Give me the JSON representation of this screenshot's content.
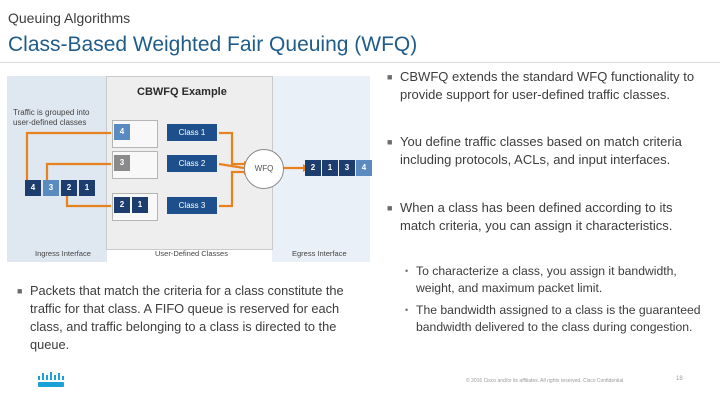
{
  "header": {
    "section": "Queuing Algorithms",
    "title": "Class-Based Weighted Fair Queuing (WFQ)"
  },
  "diagram": {
    "title": "CBWFQ Example",
    "note": "Traffic is grouped into user-defined classes",
    "wfq_label": "WFQ",
    "ingress_packets": [
      "4",
      "3",
      "2",
      "1"
    ],
    "class_queues": [
      {
        "label": "Class 1",
        "packets": [
          "4"
        ]
      },
      {
        "label": "Class 2",
        "packets": [
          "3"
        ]
      },
      {
        "label": "Class 3",
        "packets": [
          "2",
          "1"
        ]
      }
    ],
    "egress_packets": [
      "2",
      "1",
      "3",
      "4"
    ],
    "captions": {
      "ingress": "Ingress Interface",
      "classes": "User-Defined Classes",
      "egress": "Egress Interface"
    },
    "colors": {
      "dark_packet": "#1c3d6e",
      "light_packet": "#5a8bc0",
      "class_box": "#1d4f8c",
      "arrow": "#e8821e"
    }
  },
  "bullets": {
    "main": [
      "CBWFQ extends the standard WFQ functionality to provide support for user-defined traffic classes.",
      "You define traffic classes based on match criteria including protocols, ACLs, and input interfaces.",
      "When a class has been defined according to its match criteria, you can assign it characteristics."
    ],
    "sub": [
      "To characterize a class, you assign it bandwidth, weight, and maximum packet limit.",
      "The bandwidth assigned to a class is the guaranteed bandwidth delivered to the class during congestion."
    ],
    "left": "Packets that match the criteria for a class constitute the traffic for that class. A FIFO queue is reserved for each class, and traffic belonging to a class is directed to the queue."
  },
  "footer": {
    "copyright": "© 2016 Cisco and/or its affiliates. All rights reserved. Cisco Confidential",
    "page": "18"
  },
  "icons": {
    "logo": "cisco-logo-icon",
    "bullet": "square-bullet-icon"
  }
}
